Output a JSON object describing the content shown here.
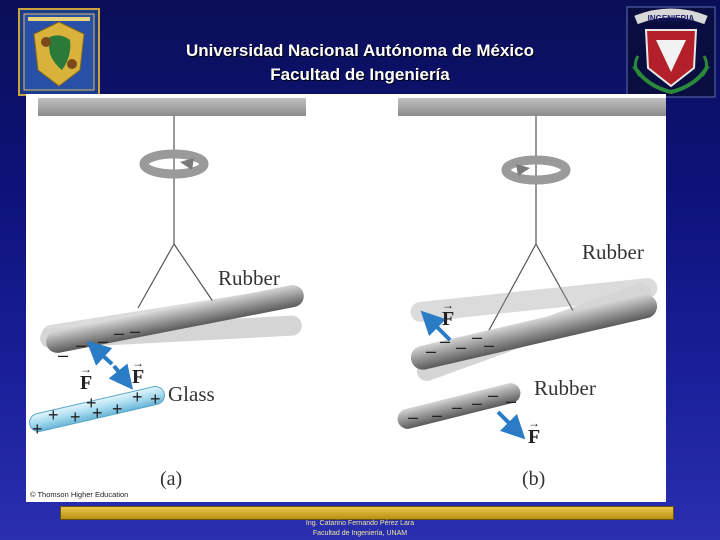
{
  "header": {
    "line1": "Universidad  Nacional Autónoma de México",
    "line2": "Facultad de Ingeniería"
  },
  "logos": {
    "left": {
      "icon": "unam-crest-icon"
    },
    "right": {
      "icon": "ingenieria-crest-icon",
      "text": "INGENIERIA"
    }
  },
  "figure": {
    "panel_a": {
      "label": "(a)",
      "rod_top": "Rubber",
      "rod_bottom": "Glass",
      "force_labels": [
        "F",
        "F"
      ],
      "rubber_charges": [
        "–",
        "–",
        "–",
        "–",
        "–"
      ],
      "glass_charges": [
        "+",
        "+",
        "+",
        "+",
        "+",
        "+",
        "+",
        "+"
      ]
    },
    "panel_b": {
      "label": "(b)",
      "rod_top": "Rubber",
      "rod_bottom": "Rubber",
      "force_labels": [
        "F",
        "F"
      ],
      "top_charges": [
        "–",
        "–",
        "–",
        "–",
        "–"
      ],
      "bottom_charges": [
        "–",
        "–",
        "–",
        "–",
        "–",
        "–"
      ]
    },
    "copyright": "© Thomson Higher Education"
  },
  "footer": {
    "line1": "Ing. Catarino Fernando Pérez Lara",
    "line2": "Facultad de Ingeniería, UNAM"
  },
  "colors": {
    "background_top": "#0b0f57",
    "background_bottom": "#2a2fae",
    "footer_bar": "#d4b23a",
    "arrow_blue": "#2a7cc7",
    "glass_rod": "#9fd3ea"
  }
}
